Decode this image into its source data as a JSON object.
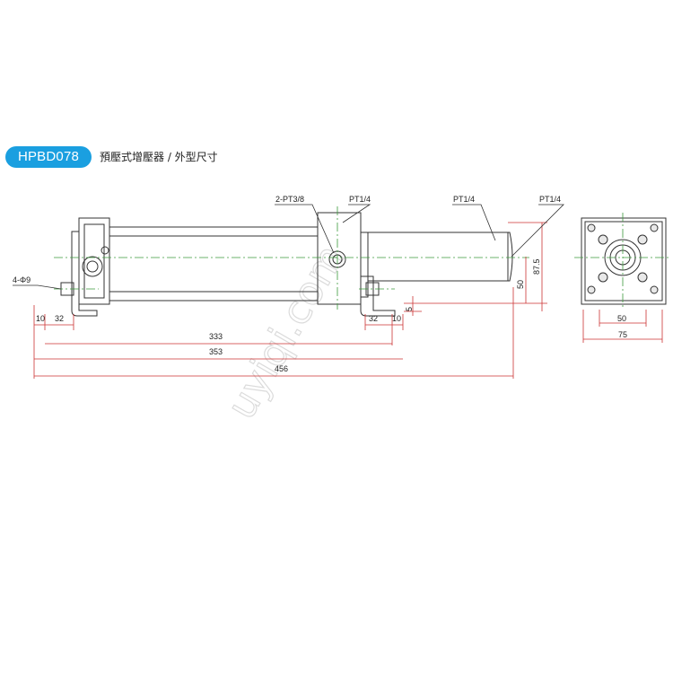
{
  "header": {
    "badge": "HPBD078",
    "title": "預壓式增壓器 / 外型尺寸"
  },
  "callouts": {
    "port_mid": "2-PT3/8",
    "port_top": "PT1/4",
    "port_rod": "PT1/4",
    "port_end": "PT1/4",
    "holes": "4-Φ9"
  },
  "dims": {
    "d10_left": "10",
    "d32_left": "32",
    "d333": "333",
    "d353": "353",
    "d456": "456",
    "d32_right": "32",
    "d10_right": "10",
    "d5": "5",
    "d50_height": "50",
    "d87_5": "87.5",
    "end_50": "50",
    "end_75": "75"
  },
  "watermark": "uyiqi.com",
  "colors": {
    "badge": "#1a9fe0",
    "centerline": "#3c9a3c",
    "dimension": "#cc3333",
    "line": "#333333"
  }
}
